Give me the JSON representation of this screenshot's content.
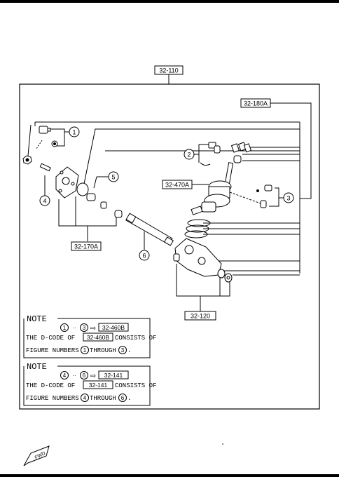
{
  "diagram": {
    "top_ref": "32-110",
    "refs": {
      "r180a": "32-180A",
      "r470a": "32-470A",
      "r170a": "32-170A",
      "r120": "32-120"
    },
    "callouts": {
      "c1": "1",
      "c2": "2",
      "c3": "3",
      "c4": "4",
      "c5": "5",
      "c6": "6"
    }
  },
  "notes": [
    {
      "title": "NOTE",
      "range_start": "1",
      "range_sep": "··",
      "range_end": "3",
      "arrow": "⇨",
      "code": "32-460B",
      "line1_prefix": "THE D-CODE OF",
      "line1_code": "32-460B",
      "line1_suffix": "CONSISTS OF",
      "line2_prefix": "FIGURE NUMBERS",
      "line2_from": "1",
      "line2_mid": "THROUGH",
      "line2_to": "3",
      "line2_end": "."
    },
    {
      "title": "NOTE",
      "range_start": "4",
      "range_sep": "··",
      "range_end": "6",
      "arrow": "⇨",
      "code": "32-141",
      "line1_prefix": "THE D-CODE OF",
      "line1_code": "32-141",
      "line1_suffix": "CONSISTS OF",
      "line2_prefix": "FIGURE NUMBERS",
      "line2_from": "4",
      "line2_mid": "THROUGH",
      "line2_to": "6",
      "line2_end": "."
    }
  ],
  "fwd_label": "FWD"
}
